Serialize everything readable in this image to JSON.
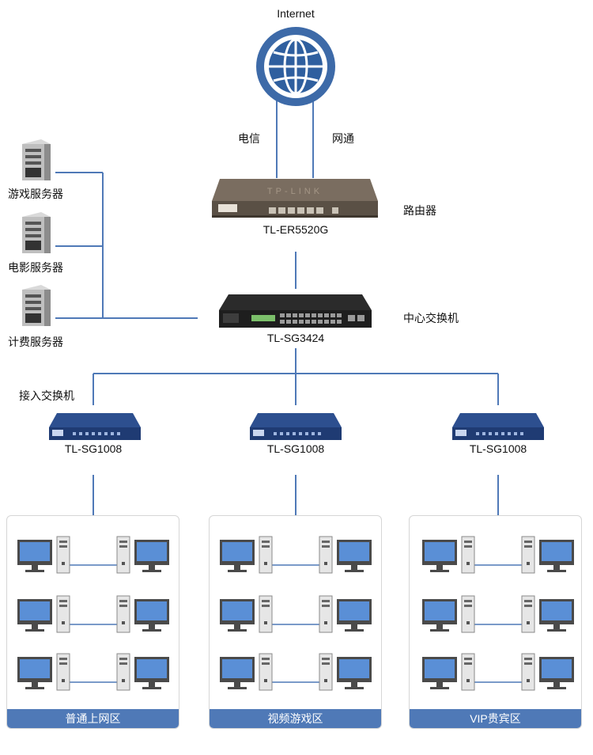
{
  "internet": {
    "label": "Internet"
  },
  "isp": {
    "left": "电信",
    "right": "网通"
  },
  "router": {
    "model": "TL-ER5520G",
    "role": "路由器"
  },
  "core_switch": {
    "model": "TL-SG3424",
    "role": "中心交换机"
  },
  "servers": [
    {
      "label": "游戏服务器"
    },
    {
      "label": "电影服务器"
    },
    {
      "label": "计费服务器"
    }
  ],
  "access_label": "接入交换机",
  "access_switches": [
    {
      "model": "TL-SG1008"
    },
    {
      "model": "TL-SG1008"
    },
    {
      "model": "TL-SG1008"
    }
  ],
  "zones": [
    {
      "name": "普通上网区"
    },
    {
      "name": "视频游戏区"
    },
    {
      "name": "VIP贵宾区"
    }
  ],
  "colors": {
    "line": "#4f79b7",
    "zone_bar": "#4f79b7",
    "globe": "#3d6aa8",
    "router_body": "#5a5045",
    "switch_body": "#1f3b73"
  },
  "icons": {
    "internet": "globe-icon",
    "router": "router-icon",
    "core_switch": "switch-icon",
    "server": "server-icon",
    "pc": "pc-icon"
  }
}
